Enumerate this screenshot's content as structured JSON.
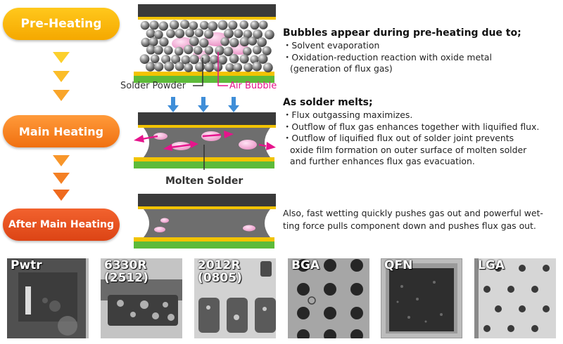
{
  "stages": {
    "pre_heating": "Pre-Heating",
    "main_heating": "Main Heating",
    "after_main_heating": "After Main Heating"
  },
  "labels": {
    "solder_powder": "Solder Powder",
    "air_bubble": "Air Bubble",
    "molten_solder": "Molten Solder"
  },
  "pre_heating_text": {
    "heading": "Bubbles appear during pre-heating due to;",
    "bullets": [
      "・Solvent evaporation",
      "・Oxidation-reduction reaction with oxide metal",
      "(generation of flux gas)"
    ]
  },
  "main_heating_text": {
    "heading": "As solder melts;",
    "bullets": [
      "・Flux outgassing maximizes.",
      "・Outflow of flux gas  enhances together with liquified flux.",
      "・Outflow of liquified flux out of solder joint prevents",
      "oxide film formation on outer surface of molten solder",
      "and further enhances flux gas evacuation."
    ]
  },
  "after_text": {
    "lines": [
      "Also, fast wetting quickly pushes gas out and powerful wet-",
      "ting force pulls component down and pushes flux gas out."
    ]
  },
  "photos": [
    {
      "label": "Pwtr"
    },
    {
      "label": "6330R\n(2512)"
    },
    {
      "label": "2012R\n(0805)"
    },
    {
      "label": "BGA"
    },
    {
      "label": "QFN"
    },
    {
      "label": "LGA"
    }
  ],
  "colors": {
    "pre_heating": "#f5a800",
    "main_heating": "#f07010",
    "after_main_heating": "#dc4415",
    "component": "#3a3a3a",
    "pad": "#f2c300",
    "pcb": "#5dbb3a",
    "air_bubble": "#f2a8d2",
    "bubble_arrow": "#e6148c",
    "heat_arrow": "#3f8ed8",
    "molten_solder": "#6e6e6e"
  }
}
